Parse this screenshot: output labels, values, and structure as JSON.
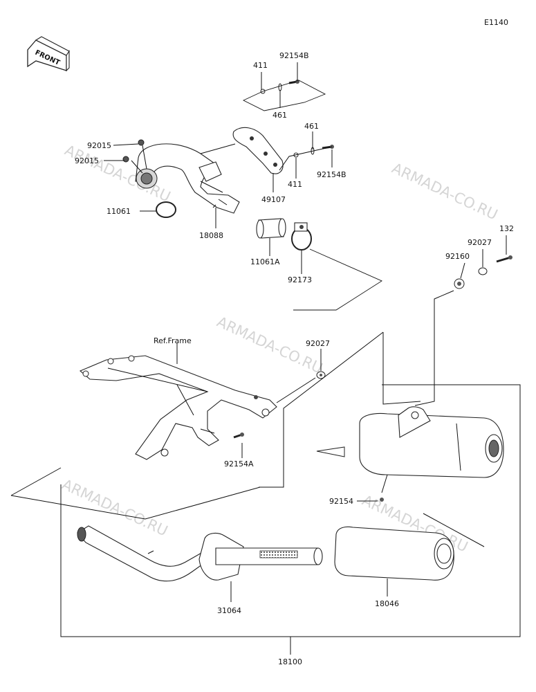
{
  "diagram_code": "E1140",
  "front_label": "FRONT",
  "ref_frame_label": "Ref.Frame",
  "watermark": "ARMADA-CO.RU",
  "parts": {
    "p411_top": "411",
    "p92154B_top": "92154B",
    "p461_top": "461",
    "p461_mid": "461",
    "p92015_a": "92015",
    "p92015_b": "92015",
    "p49107": "49107",
    "p411_mid": "411",
    "p92154B_mid": "92154B",
    "p11061": "11061",
    "p18088": "18088",
    "p11061A": "11061A",
    "p92173": "92173",
    "p132": "132",
    "p92027_right": "92027",
    "p92160": "92160",
    "p92027_mid": "92027",
    "p92154A": "92154A",
    "p92154": "92154",
    "p31064": "31064",
    "p18046": "18046",
    "p18100": "18100"
  }
}
